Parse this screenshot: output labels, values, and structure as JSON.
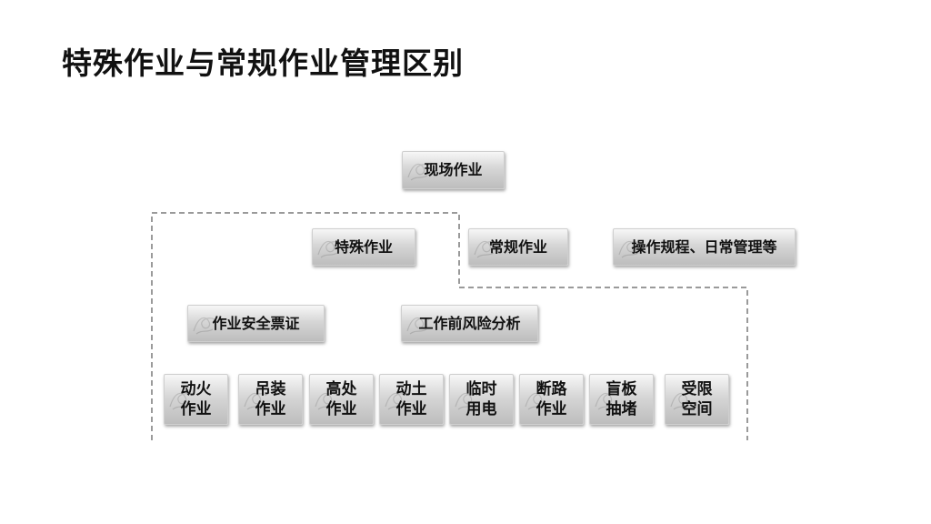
{
  "title": "特殊作业与常规作业管理区别",
  "root": {
    "label": "现场作业"
  },
  "categories": {
    "special": "特殊作业",
    "routine": "常规作业",
    "routine_detail": "操作规程、日常管理等"
  },
  "tools": {
    "permit": "作业安全票证",
    "risk_analysis": "工作前风险分析"
  },
  "operations": [
    "动火\n作业",
    "吊装\n作业",
    "高处\n作业",
    "动土\n作业",
    "临时\n用电",
    "断路\n作业",
    "盲板\n抽堵",
    "受限\n空间"
  ],
  "colors": {
    "box_top": "#f7f7f7",
    "box_bottom": "#bdbdbd",
    "dashed_border": "#9a9a9a",
    "text": "#111111"
  }
}
